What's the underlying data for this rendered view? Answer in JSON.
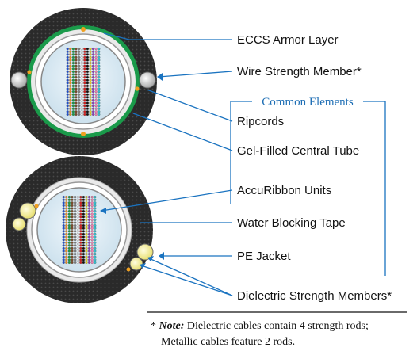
{
  "labels": {
    "eccs_armor": "ECCS Armor Layer",
    "wire_strength": "Wire Strength Member*",
    "ripcords": "Ripcords",
    "gel_tube": "Gel-Filled Central Tube",
    "accuribbon": "AccuRibbon Units",
    "water_tape": "Water Blocking Tape",
    "pe_jacket": "PE Jacket",
    "dielectric": "Dielectric Strength Members*"
  },
  "common_elements_title": "Common Elements",
  "note": {
    "prefix": "* ",
    "bold": "Note:",
    "line1": " Dielectric cables contain 4 strength rods;",
    "line2": "Metallic cables feature 2 rods."
  },
  "colors": {
    "jacket": "#2a2a2a",
    "armor": "#1a9a4a",
    "leader": "#1a73c0",
    "tube": "#dcecf5",
    "ripcord": "#f0a020",
    "strength_rod": "#f4ef9a",
    "wire_rod": "#c8c8c8"
  },
  "fiber_colors": [
    "#1f4fd0",
    "#f08a20",
    "#1a9a4a",
    "#7a4a2a",
    "#808080",
    "#f5f5f5",
    "#d02020",
    "#111111",
    "#e8d020",
    "#8a3ac0",
    "#f080b0",
    "#30c0d0"
  ]
}
